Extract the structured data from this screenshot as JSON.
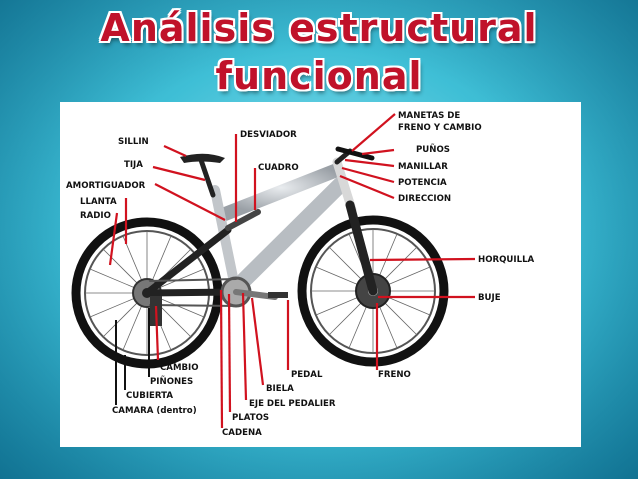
{
  "title_line1": "Análisis estructural",
  "title_line2": "funcional",
  "labels": {
    "sillin": "SILLIN",
    "tija": "TIJA",
    "amortiguador": "AMORTIGUADOR",
    "llanta": "LLANTA",
    "radio": "RADIO",
    "desviador": "DESVIADOR",
    "cuadro": "CUADRO",
    "manetas1": "MANETAS DE",
    "manetas2": "FRENO Y CAMBIO",
    "punos": "PUÑOS",
    "manillar": "MANILLAR",
    "potencia": "POTENCIA",
    "direccion": "DIRECCION",
    "horquilla": "HORQUILLA",
    "buje": "BUJE",
    "freno": "FRENO",
    "pedal": "PEDAL",
    "biela": "BIELA",
    "eje_pedalier": "EJE DEL PEDALIER",
    "platos": "PLATOS",
    "cadena": "CADENA",
    "cambio": "CAMBIO",
    "pinones": "PIÑONES",
    "cubierta": "CUBIERTA",
    "camara": "CAMARA (dentro)"
  },
  "colors": {
    "title": "#c0122a",
    "leader_red": "#d1121f",
    "leader_black": "#111111",
    "frame": "#c8ccd0"
  }
}
